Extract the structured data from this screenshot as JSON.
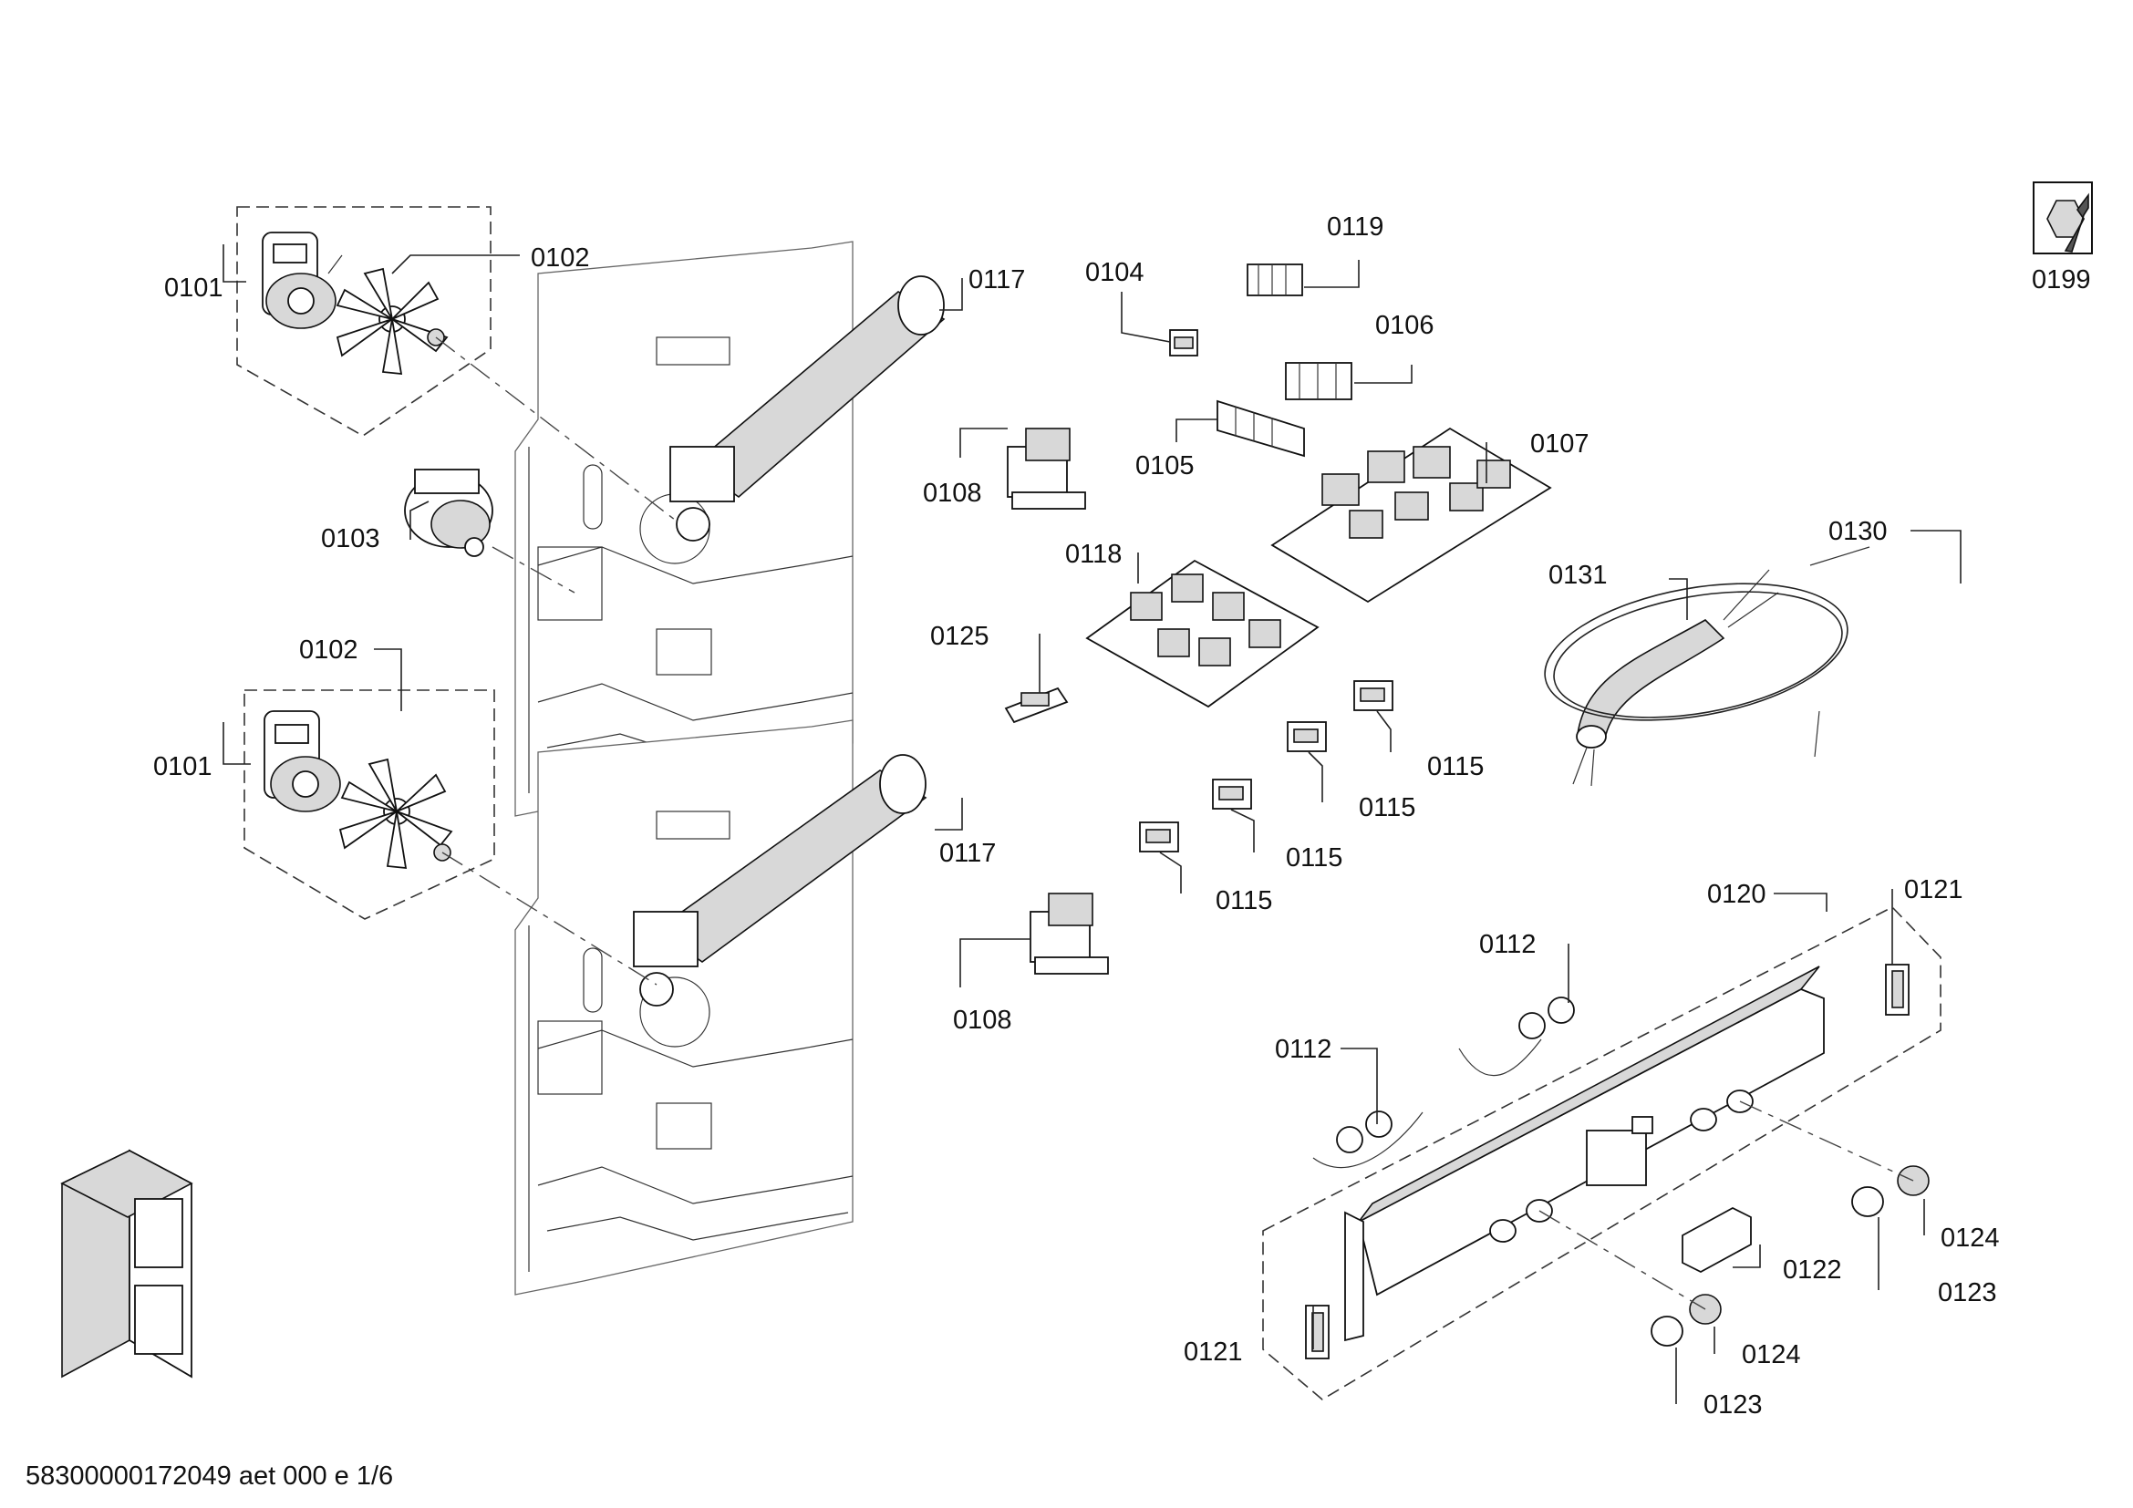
{
  "labels": [
    {
      "id": "0101a",
      "text": "0101"
    },
    {
      "id": "0102a",
      "text": "0102"
    },
    {
      "id": "0103",
      "text": "0103"
    },
    {
      "id": "0102b",
      "text": "0102"
    },
    {
      "id": "0101b",
      "text": "0101"
    },
    {
      "id": "0117a",
      "text": "0117"
    },
    {
      "id": "0117b",
      "text": "0117"
    },
    {
      "id": "0104",
      "text": "0104"
    },
    {
      "id": "0119",
      "text": "0119"
    },
    {
      "id": "0106",
      "text": "0106"
    },
    {
      "id": "0105",
      "text": "0105"
    },
    {
      "id": "0107",
      "text": "0107"
    },
    {
      "id": "0108a",
      "text": "0108"
    },
    {
      "id": "0108b",
      "text": "0108"
    },
    {
      "id": "0118",
      "text": "0118"
    },
    {
      "id": "0125",
      "text": "0125"
    },
    {
      "id": "0131",
      "text": "0131"
    },
    {
      "id": "0130",
      "text": "0130"
    },
    {
      "id": "0115a",
      "text": "0115"
    },
    {
      "id": "0115b",
      "text": "0115"
    },
    {
      "id": "0115c",
      "text": "0115"
    },
    {
      "id": "0115d",
      "text": "0115"
    },
    {
      "id": "0120",
      "text": "0120"
    },
    {
      "id": "0121a",
      "text": "0121"
    },
    {
      "id": "0121b",
      "text": "0121"
    },
    {
      "id": "0112a",
      "text": "0112"
    },
    {
      "id": "0112b",
      "text": "0112"
    },
    {
      "id": "0122",
      "text": "0122"
    },
    {
      "id": "0124a",
      "text": "0124"
    },
    {
      "id": "0124b",
      "text": "0124"
    },
    {
      "id": "0123a",
      "text": "0123"
    },
    {
      "id": "0123b",
      "text": "0123"
    },
    {
      "id": "0199",
      "text": "0199"
    }
  ],
  "footer": {
    "doc_id": "58300000172049 aet 000 e 1/6"
  },
  "icons": {
    "service": "wrench-nut-icon",
    "thumbnail": "double-oven-thumbnail-icon"
  }
}
